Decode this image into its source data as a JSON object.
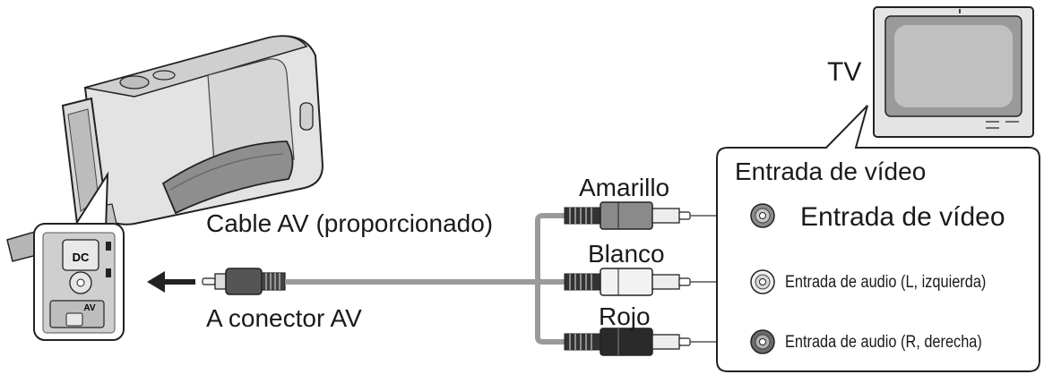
{
  "labels": {
    "tv": "TV",
    "av_cable": "Cable AV (proporcionado)",
    "av_connector": "A conector AV",
    "yellow": "Amarillo",
    "white": "Blanco",
    "red": "Rojo",
    "input_group_title": "Entrada de vídeo",
    "video_input": "Entrada de vídeo",
    "audio_left": "Entrada de audio (L, izquierda)",
    "audio_right": "Entrada de audio (R, derecha)"
  },
  "camcorder_port": {
    "dc": "DC",
    "av": "AV"
  },
  "colors": {
    "yellow_plug": "#8a8a8a",
    "white_plug": "#f2f2f2",
    "red_plug": "#2a2a2a",
    "cable": "#9a9a9a",
    "outline": "#222222"
  }
}
